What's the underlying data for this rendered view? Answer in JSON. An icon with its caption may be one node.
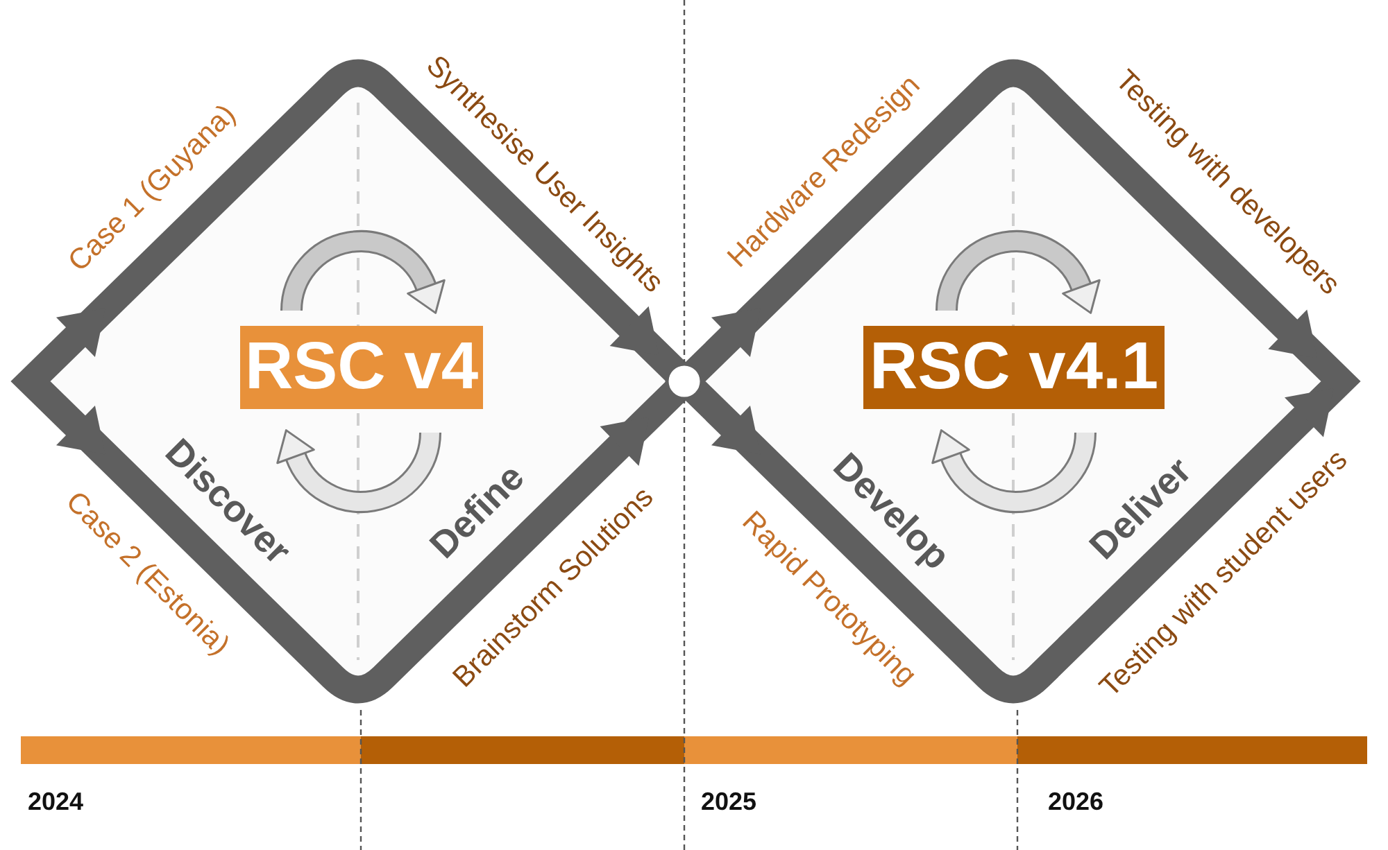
{
  "diagram": {
    "nodes": [
      {
        "text": [
          "Discover",
          "Define"
        ],
        "beside": [
          "Case 1 (Guyana)",
          "Synthesise User Insights",
          "Case 2 (Estonia)",
          "Brainstorm Solutions"
        ]
      },
      {
        "text": [
          "RSC v4"
        ],
        "in": 0
      },
      {
        "text": [],
        "shape": "circle"
      },
      {
        "text": [
          "Develop",
          "Deliver"
        ],
        "beside": [
          "Hardware Redesign",
          "Testing with developers",
          "Rapid Prototyping",
          "Testing with student users"
        ]
      },
      {
        "text": [
          "RSC v4.1"
        ],
        "in": 3
      },
      {
        "text": [],
        "shape": "bar"
      },
      {
        "text": [],
        "shape": "bar"
      },
      {
        "text": [],
        "shape": "bar"
      },
      {
        "text": [],
        "shape": "bar"
      }
    ],
    "labels": [
      "2024",
      "2025",
      "2026"
    ]
  }
}
